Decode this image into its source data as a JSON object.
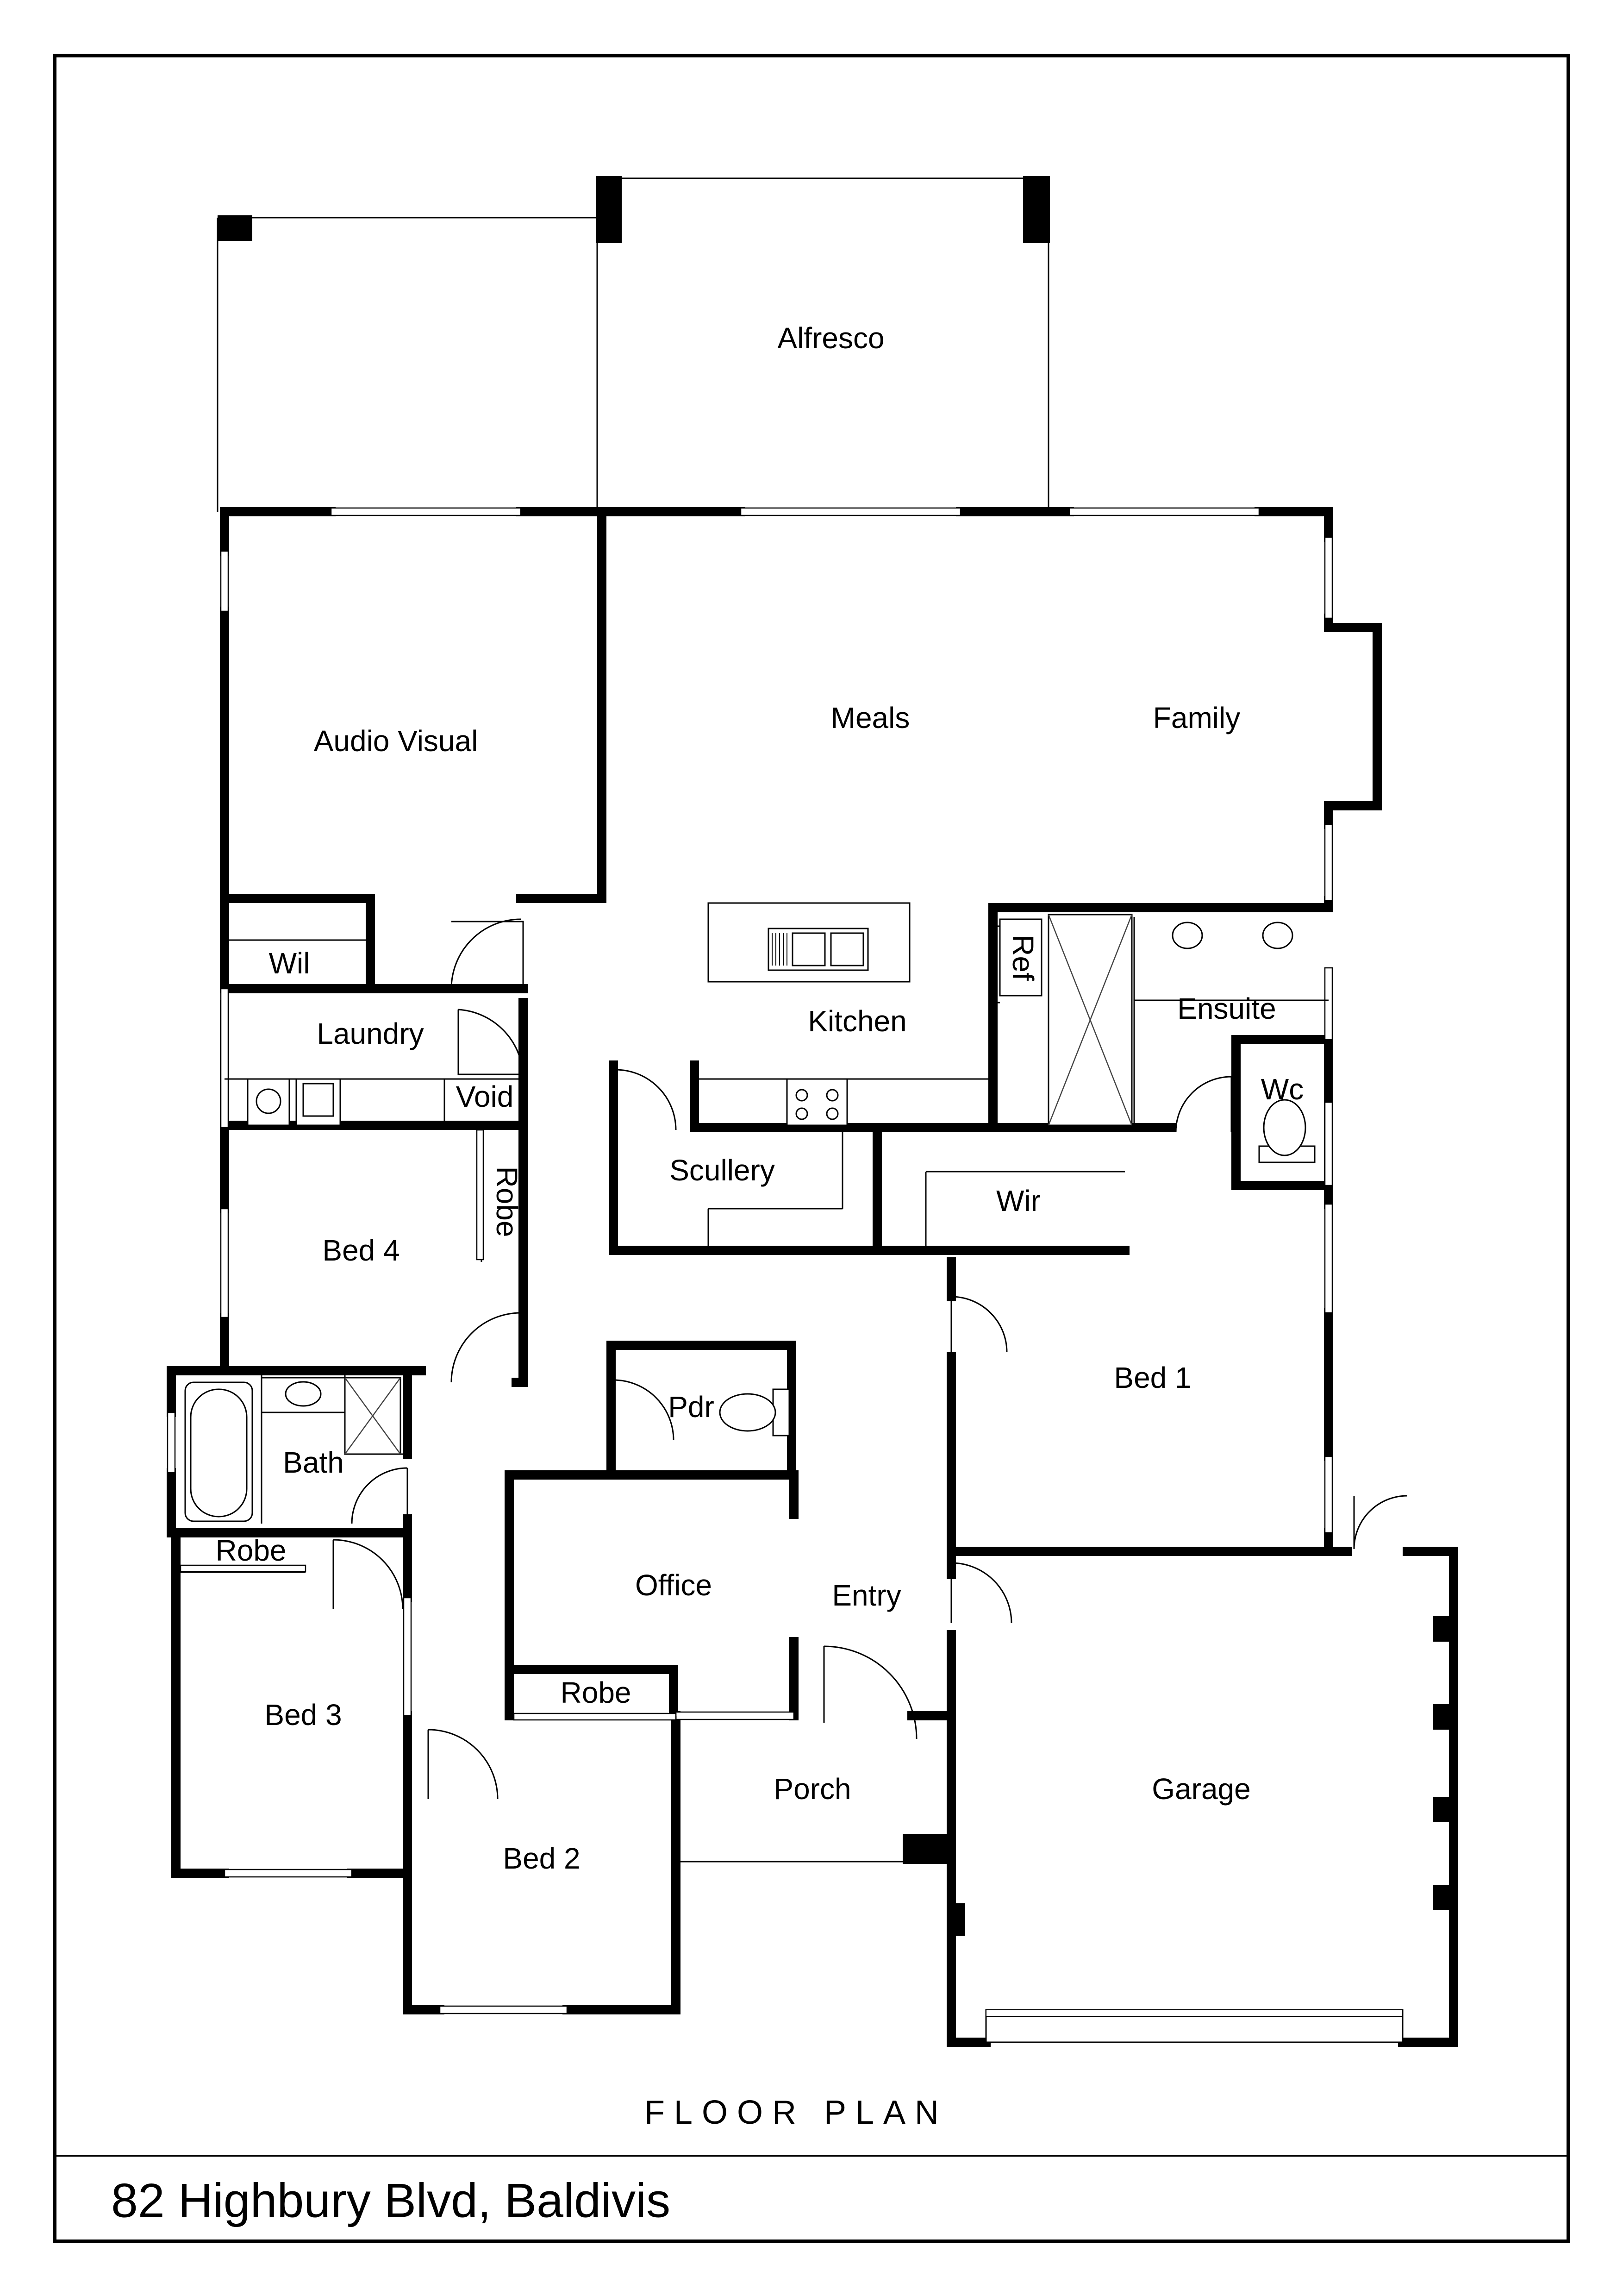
{
  "plan": {
    "title": "FLOOR PLAN",
    "address": "82 Highbury Blvd, Baldivis"
  },
  "rooms": {
    "alfresco": "Alfresco",
    "audio_visual": "Audio Visual",
    "meals": "Meals",
    "family": "Family",
    "wil": "Wil",
    "laundry": "Laundry",
    "void": "Void",
    "kitchen": "Kitchen",
    "ref": "Ref",
    "ensuite": "Ensuite",
    "wc": "Wc",
    "scullery": "Scullery",
    "wir": "Wir",
    "robe_bed4": "Robe",
    "bed4": "Bed 4",
    "bed1": "Bed 1",
    "pdr": "Pdr",
    "bath": "Bath",
    "robe_bed3": "Robe",
    "office": "Office",
    "entry": "Entry",
    "bed3": "Bed 3",
    "robe_bed2": "Robe",
    "porch": "Porch",
    "garage": "Garage",
    "bed2": "Bed 2"
  }
}
